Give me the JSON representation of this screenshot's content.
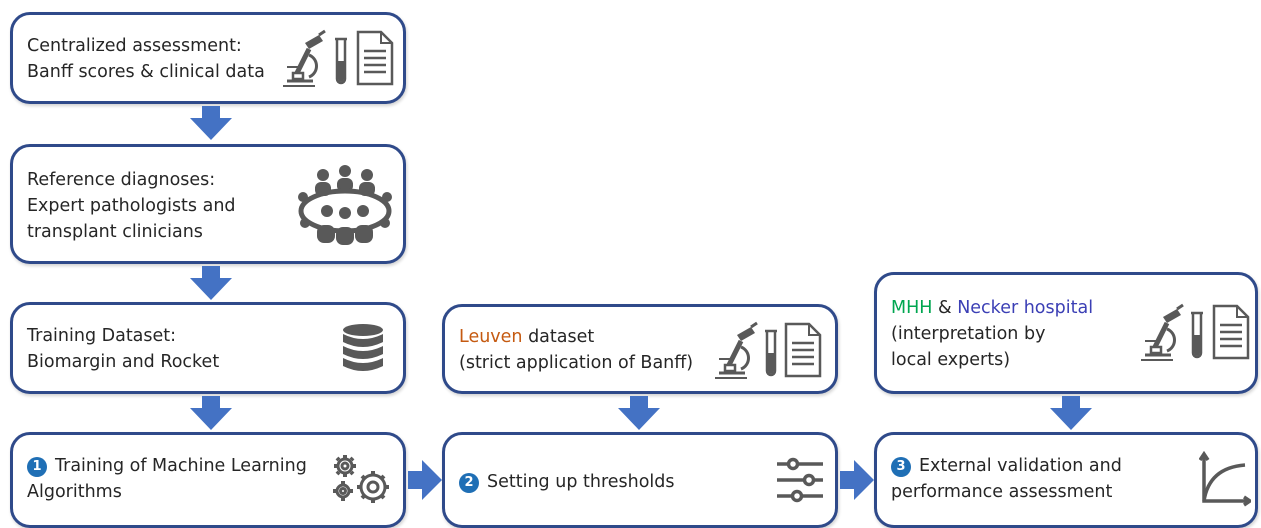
{
  "boxes": {
    "centralized": {
      "line1": "Centralized assessment:",
      "line2": "Banff scores & clinical data",
      "icons": [
        "microscope-icon",
        "test-tube-icon",
        "document-icon"
      ]
    },
    "reference": {
      "line1": "Reference diagnoses:",
      "line2": "Expert pathologists and",
      "line3": "transplant clinicians",
      "icons": [
        "meeting-group-icon"
      ]
    },
    "training_dataset": {
      "line1": "Training Dataset:",
      "line2": "Biomargin and Rocket",
      "icons": [
        "database-icon"
      ]
    },
    "leuven": {
      "highlight": "Leuven",
      "line1_rest": " dataset",
      "line2": "(strict application of Banff)",
      "icons": [
        "microscope-icon",
        "test-tube-icon",
        "document-icon"
      ]
    },
    "mhh": {
      "part1": "MHH",
      "part2": " & ",
      "part3": "Necker hospital",
      "line2": "(interpretation by",
      "line3": "local experts)",
      "icons": [
        "microscope-icon",
        "test-tube-icon",
        "document-icon"
      ]
    },
    "step1": {
      "number": "1",
      "line1": "Training of Machine Learning",
      "line2": "Algorithms",
      "icons": [
        "gears-icon"
      ]
    },
    "step2": {
      "number": "2",
      "line1": "Setting up thresholds",
      "icons": [
        "sliders-icon"
      ]
    },
    "step3": {
      "number": "3",
      "line1": "External validation and",
      "line2": "performance assessment",
      "icons": [
        "performance-curve-icon"
      ]
    }
  },
  "colors": {
    "border": "#2f4a8a",
    "arrow": "#4472c4",
    "number_badge": "#1f6fb5",
    "leuven": "#c55a11",
    "mhh": "#00a650",
    "necker": "#3b3fb5",
    "icon": "#595959"
  }
}
